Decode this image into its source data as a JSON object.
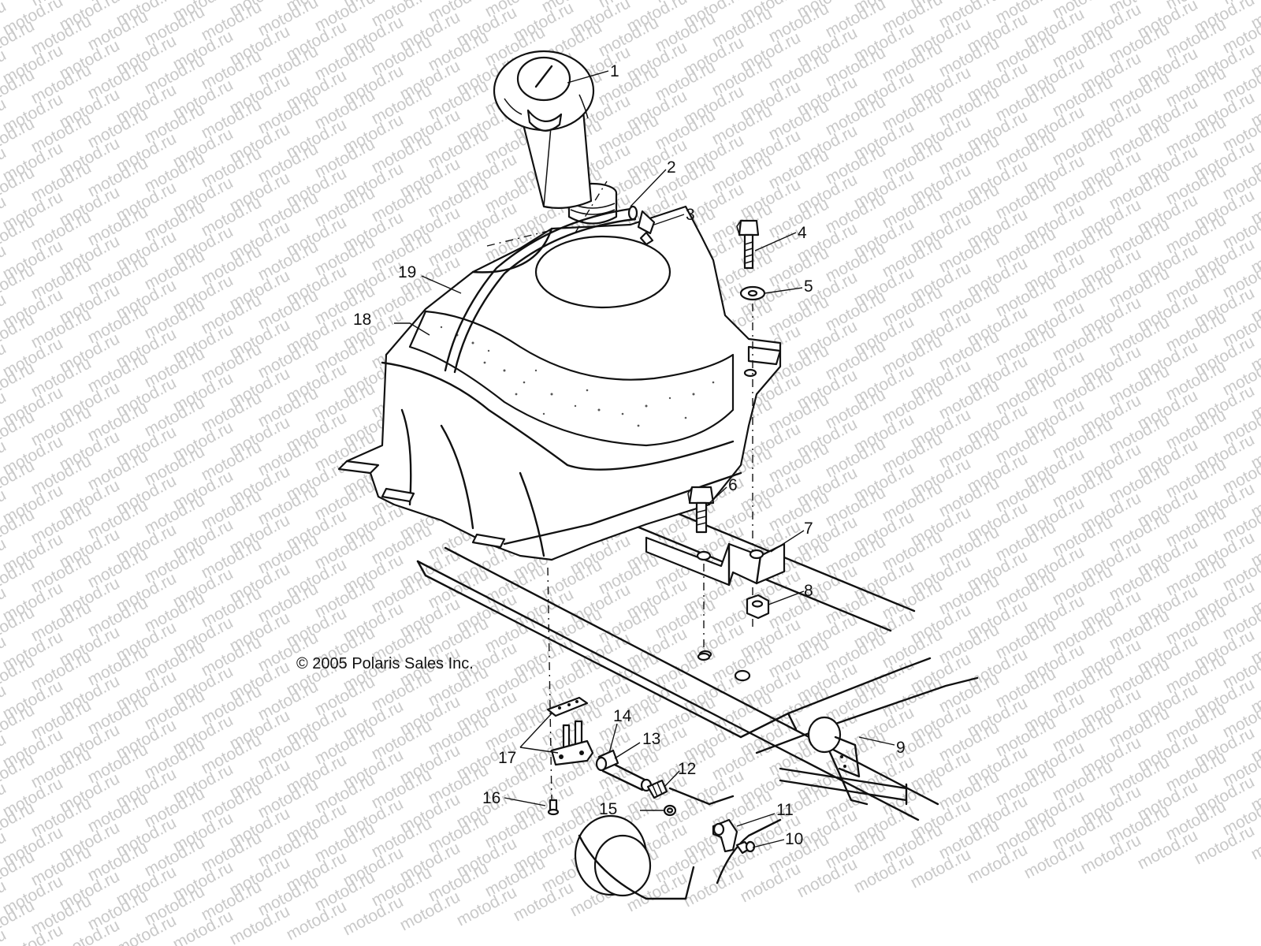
{
  "watermark": {
    "text": "motod.ru"
  },
  "copyright": "© 2005 Polaris Sales Inc.",
  "callouts": [
    {
      "id": "1",
      "label": "1"
    },
    {
      "id": "2",
      "label": "2"
    },
    {
      "id": "3",
      "label": "3"
    },
    {
      "id": "4",
      "label": "4"
    },
    {
      "id": "5",
      "label": "5"
    },
    {
      "id": "6",
      "label": "6"
    },
    {
      "id": "7",
      "label": "7"
    },
    {
      "id": "8",
      "label": "8"
    },
    {
      "id": "9",
      "label": "9"
    },
    {
      "id": "10",
      "label": "10"
    },
    {
      "id": "11",
      "label": "11"
    },
    {
      "id": "12",
      "label": "12"
    },
    {
      "id": "13",
      "label": "13"
    },
    {
      "id": "14",
      "label": "14"
    },
    {
      "id": "15",
      "label": "15"
    },
    {
      "id": "16",
      "label": "16"
    },
    {
      "id": "17",
      "label": "17"
    },
    {
      "id": "18",
      "label": "18"
    },
    {
      "id": "19",
      "label": "19"
    }
  ]
}
